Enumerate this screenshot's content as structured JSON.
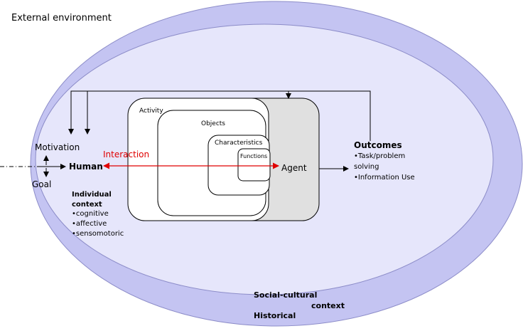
{
  "diagram": {
    "external_environment": "External environment",
    "motivation": "Motivation",
    "goal": "Goal",
    "human": "Human",
    "interaction": "Interaction",
    "agent": "Agent",
    "activity": "Activity",
    "objects": "Objects",
    "characteristics": "Characteristics",
    "functions": "Functions",
    "individual_context": {
      "title_line1": "Individual",
      "title_line2": "context",
      "items": [
        "•cognitive",
        "•affective",
        "•sensomotoric"
      ]
    },
    "outcomes": {
      "title": "Outcomes",
      "items": [
        "•Task/problem",
        "solving",
        "•Information Use"
      ]
    },
    "social_cultural": "Social-cultural",
    "context": "context",
    "historical": "Historical"
  },
  "colors": {
    "outer_ellipse": "#c4c4f2",
    "inner_ellipse": "#e6e6fb",
    "agent_box": "#e0e0e0",
    "interaction": "#e00000"
  }
}
